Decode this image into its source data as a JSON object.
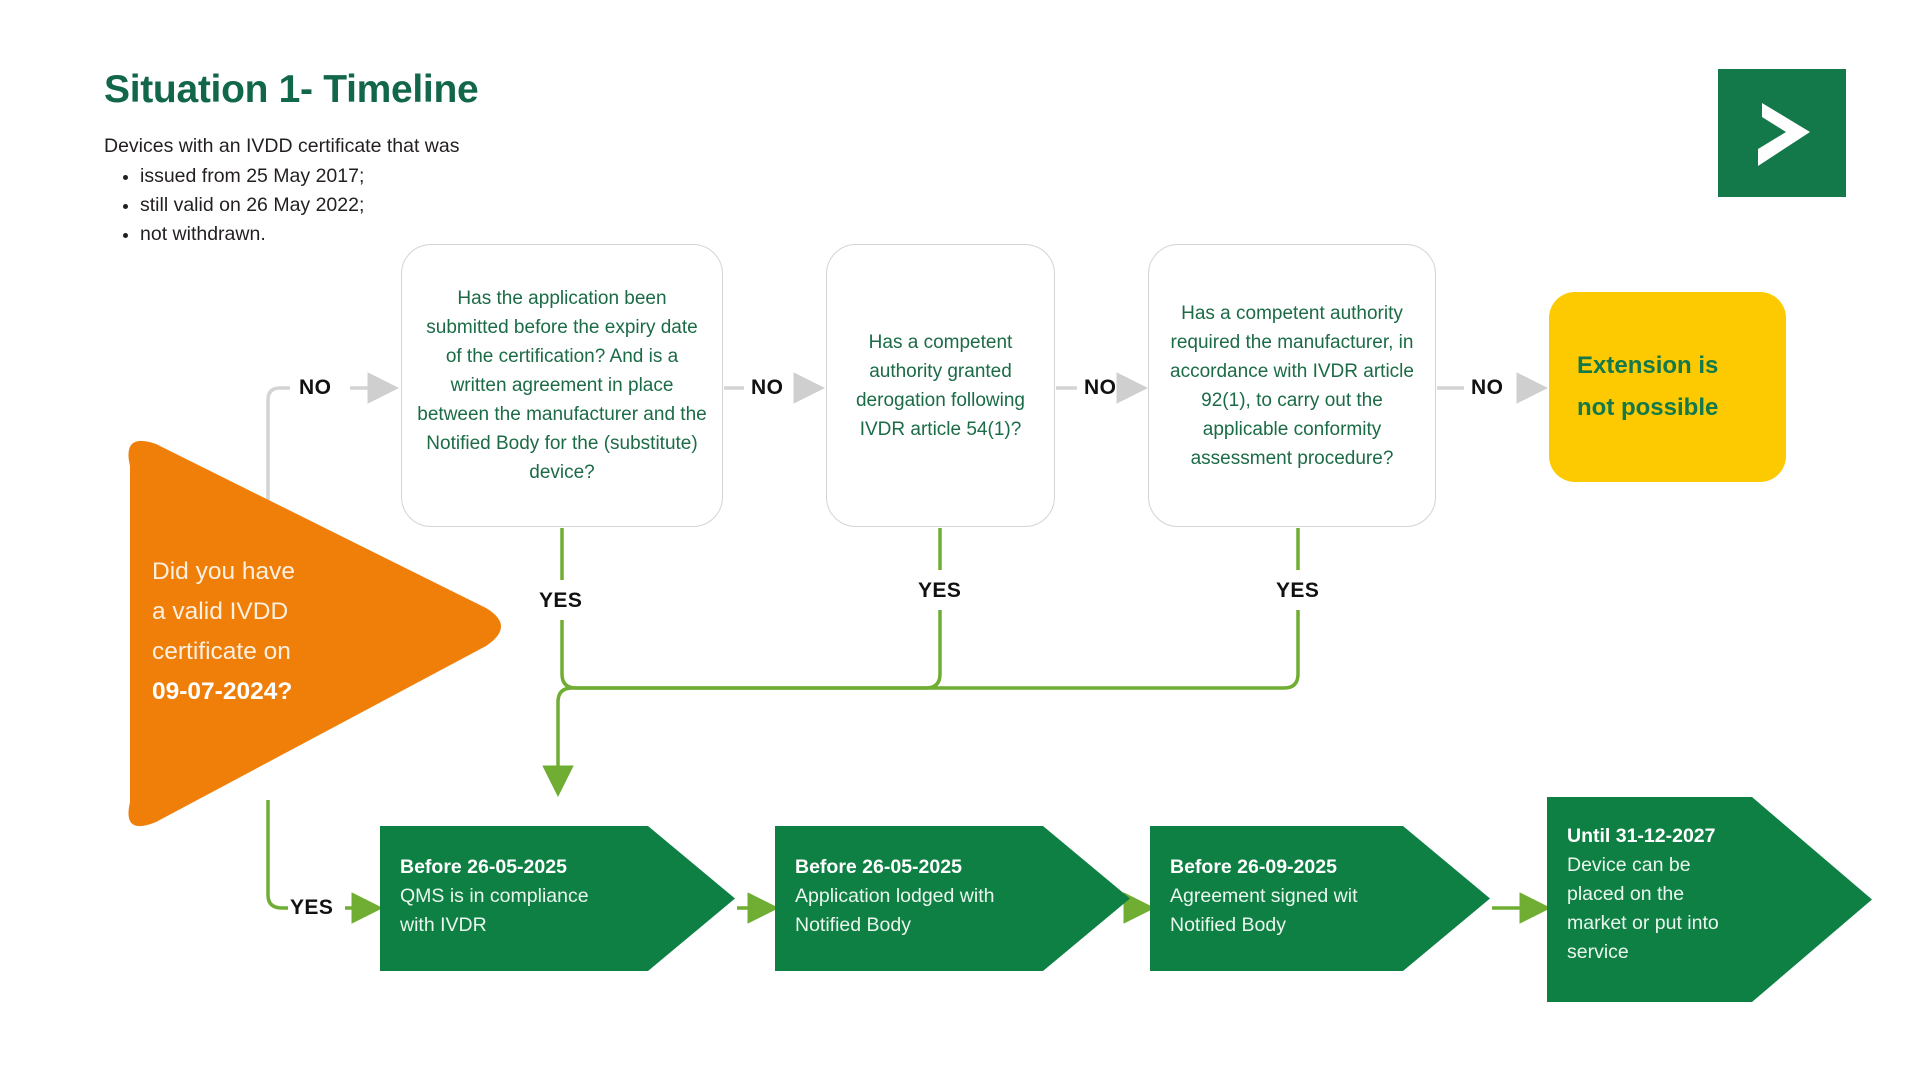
{
  "header": {
    "title": "Situation 1- Timeline",
    "intro": "Devices with an IVDD certificate that was",
    "bullets": [
      "issued from 25 May 2017;",
      "still valid on 26 May 2022;",
      "not withdrawn."
    ]
  },
  "logo": {
    "icon": "play-arrow-icon",
    "background": "#13784A",
    "glyph": "#FFFFFF"
  },
  "start": {
    "icon": "orange-arrow-shape",
    "line1": "Did you have",
    "line2": "a valid IVDD",
    "line3": "certificate on",
    "line4_bold": "09-07-2024?",
    "color": "#F07F0A"
  },
  "decisions": [
    {
      "id": "decision-1",
      "text": "Has the application been submitted before the expiry date of the certification? And is a written agreement in place between the manufacturer and the Notified Body for the (substitute) device?"
    },
    {
      "id": "decision-2",
      "text": "Has a competent authority granted derogation following IVDR article 54(1)?"
    },
    {
      "id": "decision-3",
      "text": "Has a competent authority required the manufacturer, in accordance with IVDR article 92(1), to carry out the applicable conformity assessment procedure?"
    }
  ],
  "terminal": {
    "line1": "Extension is",
    "line2": "not possible",
    "background": "#FDC900",
    "text_color": "#13784A"
  },
  "steps": [
    {
      "id": "step-qms",
      "date": "Before 26-05-2025",
      "line1": "QMS is in compliance",
      "line2": "with IVDR"
    },
    {
      "id": "step-application",
      "date": "Before 26-05-2025",
      "line1": "Application lodged with",
      "line2": "Notified Body"
    },
    {
      "id": "step-agreement",
      "date": "Before 26-09-2025",
      "line1": "Agreement signed wit",
      "line2": "Notified Body"
    },
    {
      "id": "step-market",
      "date": "Until 31-12-2027",
      "line1": "Device can be",
      "line2": "placed on the",
      "line3": "market or put into",
      "line4": "service"
    }
  ],
  "edges": {
    "no_1": "NO",
    "no_2": "NO",
    "no_3": "NO",
    "no_4": "NO",
    "yes_main": "YES",
    "yes_1": "YES",
    "yes_2": "YES",
    "yes_3": "YES"
  },
  "colors": {
    "brand_green": "#13784A",
    "dark_green_text": "#1B6B46",
    "title_green": "#12674A",
    "chevron_green": "#0E8044",
    "accent_lime": "#6FAE32",
    "orange": "#F07F0A",
    "yellow": "#FDC900",
    "gray_line": "#D4D4D4"
  }
}
